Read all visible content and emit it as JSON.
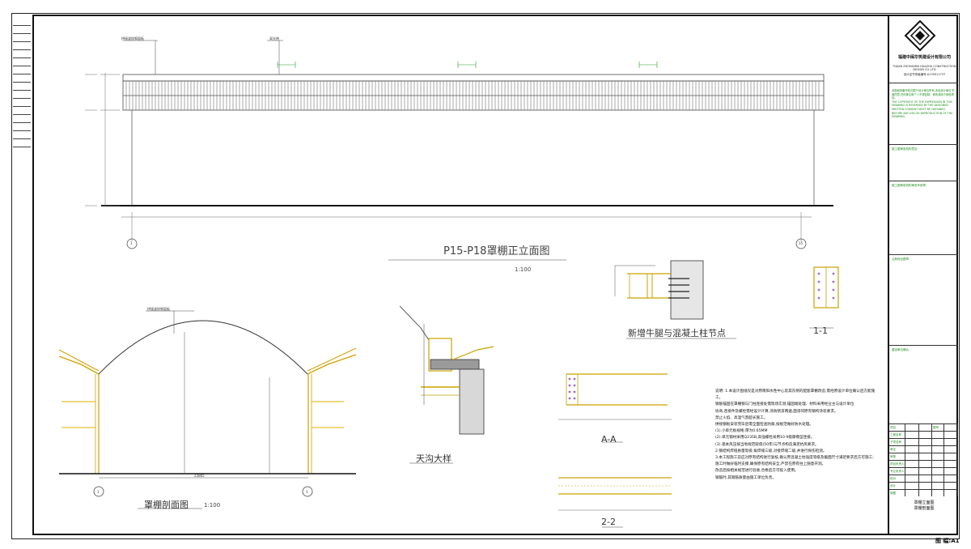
{
  "drawing": {
    "elevation_title": "P15-P18罩棚正立面图",
    "elevation_scale": "1:100",
    "section_title": "罩棚剖面图",
    "section_scale": "1:100",
    "gutter_title": "天沟大样",
    "node_title": "新增牛腿与混凝土柱节点",
    "sec11_title": "1-1",
    "secAA_title": "A-A",
    "sec22_title": "2-2",
    "axis_left": "1",
    "axis_right": "15",
    "axis_sec": "1",
    "axis_sec2": "1",
    "panel_label": "拼接波纹钢面板",
    "roof_label": "采光带",
    "sec_panel_label": "拼接波纹钢面板",
    "dim_span": "23865"
  },
  "notes": {
    "lines": [
      "说明: 1.本设计图纸仅是对原南阳水性中心及其东侧的配套罩棚改造,需经原设计单位确认后方能施工。",
      "钢筋锚固在罩棚钢与门柱连接处需现场实测,锚固端处理、材料采用经业主与设计单位",
      "协商,连接件及螺栓需经设计计算,涂防锈漆两遍,面漆同原有钢构涂装要求。",
      "禁止火焰、高温气割超长施工。",
      "拼接钢板安装完毕后需全面检查防腐,按规范做好防水处理。",
      "(1).小单元板规格:厚为0.65MM",
      "(2).单元钢材采用Q235B,高强螺栓采用10.9级摩擦型连接。",
      "(3).基本风压按当地规范取值(50年)与节点构造满足抗风要求。",
      "2.钢结构焊缝质量等级:角焊缝三级,对接焊缝二级,并进行探伤检测。",
      "3.本工程施工前应对原有结构进行复核,确认原混凝土柱强度等级及截面尺寸满足要求后方可施工;",
      "施工时做好临时支撑,确保原有结构安全,严禁在原有柱上随意开洞。",
      "改造后按相关规范进行验收,合格后方可投入使用。",
      "钢筋时,其钢筋质量由施工单位负责。"
    ]
  },
  "titleblock": {
    "company_cn": "福建中闽华筑建设计有限公司",
    "company_en": "FUJIAN ZHONGMIN HUAZHU CONSTRUCTION DESIGN CO.,LTD",
    "cert": "设计证书甲级编号:A135011737",
    "notice_cn": "本图纸的著作权归属于设计单位所有,未经设计单位书面同意,任何单位和个人不得复制、修改或用于其他项目。",
    "notice_en": "THE COPYRIGHT OF THE EXPRESSION IN THIS DRAWING IS RESERVED BY THE DESIGNER. WRITTEN CONSENT MUST BE OBTAINED BEFORE ANY USE OR REPRODUCTION OF THE DRAWING.",
    "lab_review": "施工图审查机构意见:",
    "lab_stamp": "施工图审查机构审查专用章:",
    "lab_reg": "注册师出图章:",
    "lab_approve": "建设单位确认:",
    "project_name": "罩棚立面图",
    "drawing_name": "罩棚剖面图",
    "scale_note": "图 幅:A1",
    "rows": [
      [
        "项目",
        "",
        "",
        "图号",
        ""
      ],
      [
        "工程名称",
        "",
        "",
        "",
        ""
      ],
      [
        "子项名称",
        "",
        "",
        "",
        ""
      ],
      [
        "审定",
        "",
        "",
        "",
        ""
      ],
      [
        "审核",
        "",
        "",
        "",
        ""
      ],
      [
        "项目负责人",
        "",
        "",
        "",
        ""
      ],
      [
        "专业负责人",
        "",
        "",
        "",
        ""
      ],
      [
        "校对",
        "",
        "",
        "",
        ""
      ],
      [
        "设计",
        "",
        "",
        "",
        ""
      ],
      [
        "制图",
        "",
        "",
        "",
        ""
      ]
    ]
  }
}
